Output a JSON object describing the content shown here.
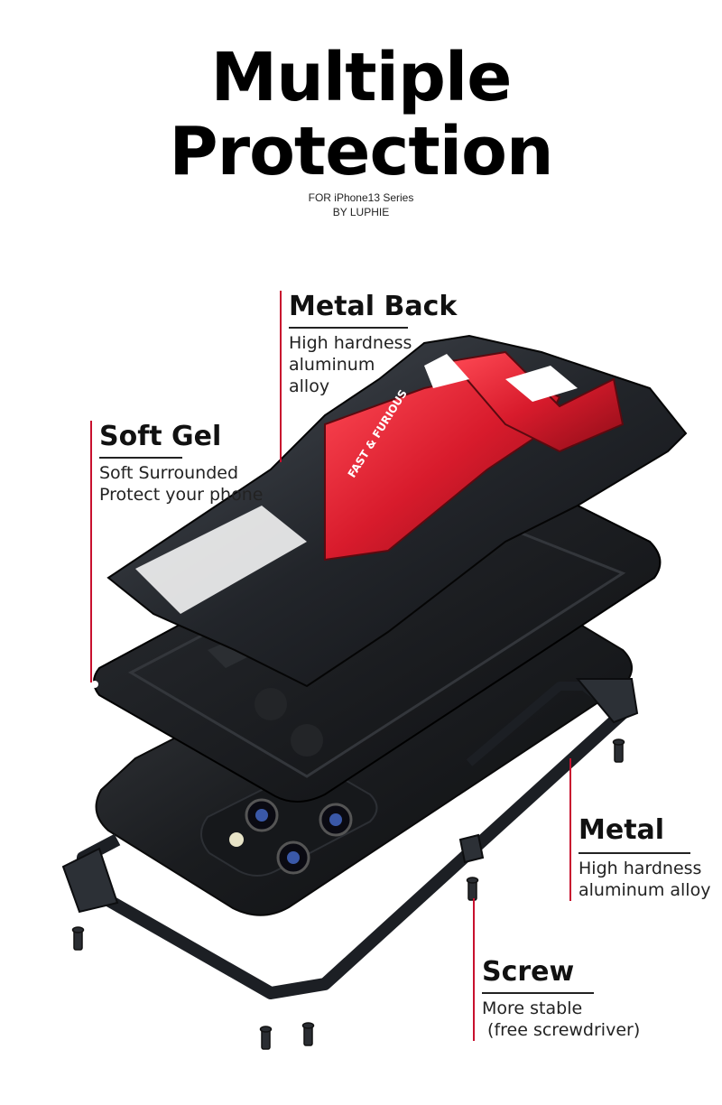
{
  "header": {
    "title_line1": "Multiple",
    "title_line2": "Protection",
    "subtitle_line1": "FOR iPhone13 Series",
    "subtitle_line2": "BY LUPHIE"
  },
  "callouts": {
    "metal_back": {
      "title": "Metal Back",
      "lines": [
        "High hardness",
        "aluminum",
        "alloy"
      ]
    },
    "soft_gel": {
      "title": "Soft Gel",
      "lines": [
        "Soft Surrounded",
        "Protect your phone"
      ]
    },
    "metal": {
      "title": "Metal",
      "lines": [
        "High hardness",
        "aluminum alloy"
      ]
    },
    "screw": {
      "title": "Screw",
      "lines": [
        "More stable",
        " (free screwdriver)"
      ]
    }
  },
  "product": {
    "back_plate_print": "FAST & FURIOUS",
    "colors": {
      "accent": "#c8102e",
      "metal": "#1c1f24",
      "gel": "#15171a"
    }
  }
}
